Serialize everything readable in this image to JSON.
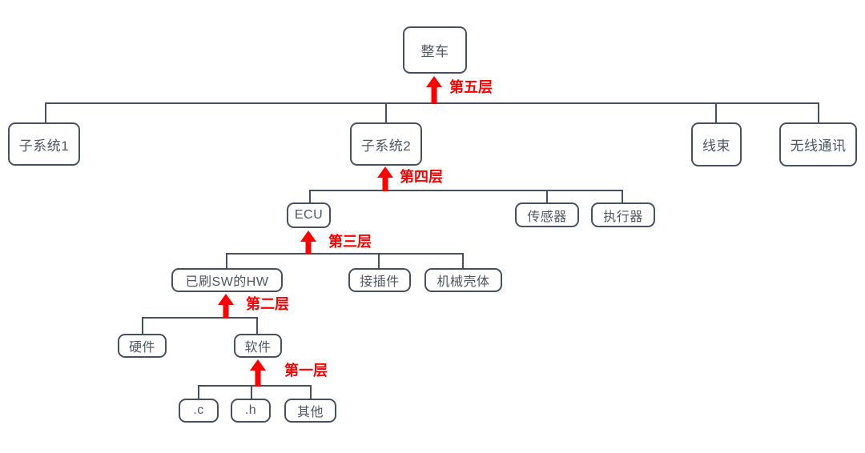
{
  "nodes": [
    {
      "label": "整车",
      "parent": null
    },
    {
      "label": "子系统1",
      "parent": "整车"
    },
    {
      "label": "子系统2",
      "parent": "整车"
    },
    {
      "label": "线束",
      "parent": "整车"
    },
    {
      "label": "无线通讯",
      "parent": "整车"
    },
    {
      "label": "ECU",
      "parent": "子系统2"
    },
    {
      "label": "传感器",
      "parent": "子系统2"
    },
    {
      "label": "执行器",
      "parent": "子系统2"
    },
    {
      "label": "已刷SW的HW",
      "parent": "ECU"
    },
    {
      "label": "接插件",
      "parent": "ECU"
    },
    {
      "label": "机械壳体",
      "parent": "ECU"
    },
    {
      "label": "硬件",
      "parent": "已刷SW的HW"
    },
    {
      "label": "软件",
      "parent": "已刷SW的HW"
    },
    {
      "label": ".c",
      "parent": "软件"
    },
    {
      "label": ".h",
      "parent": "软件"
    },
    {
      "label": "其他",
      "parent": "软件"
    }
  ],
  "levels": [
    {
      "label": "第五层"
    },
    {
      "label": "第四层"
    },
    {
      "label": "第三层"
    },
    {
      "label": "第二层"
    },
    {
      "label": "第一层"
    }
  ],
  "colors": {
    "arrow_red": "#fe0000",
    "line": "#47505e",
    "node_border": "#47505e",
    "node_text": "#4d5661"
  }
}
